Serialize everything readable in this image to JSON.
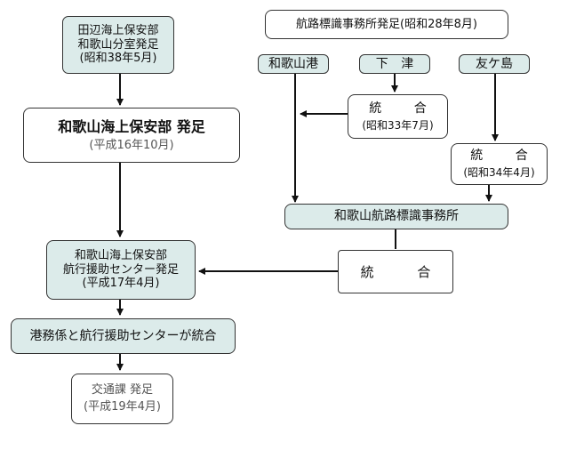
{
  "nodes": {
    "tanabe": {
      "lines": [
        "田辺海上保安部",
        "和歌山分室発足",
        "(昭和38年5月)"
      ]
    },
    "wakayama_hoan": {
      "title": "和歌山海上保安部 発足",
      "date": "(平成16年10月)"
    },
    "wakayama_center": {
      "lines": [
        "和歌山海上保安部",
        "航行援助センター発足",
        "(平成17年4月)"
      ]
    },
    "integration_final": {
      "label": "港務係と航行援助センターが統合"
    },
    "kotsu": {
      "lines": [
        "交通課 発足",
        "(平成19年4月)"
      ]
    },
    "koro_start": {
      "label": "航路標識事務所発足(昭和28年8月)"
    },
    "wakayama_port": {
      "label": "和歌山港"
    },
    "shimotsu": {
      "label": "下 津"
    },
    "tomogashima": {
      "label": "友ケ島"
    },
    "merge_s33": {
      "title": "統 合",
      "date": "(昭和33年7月)"
    },
    "merge_s34": {
      "title": "統 合",
      "date": "(昭和34年4月)"
    },
    "wakayama_koro": {
      "label": "和歌山航路標識事務所"
    },
    "merge_big": {
      "label": "統 合"
    }
  }
}
